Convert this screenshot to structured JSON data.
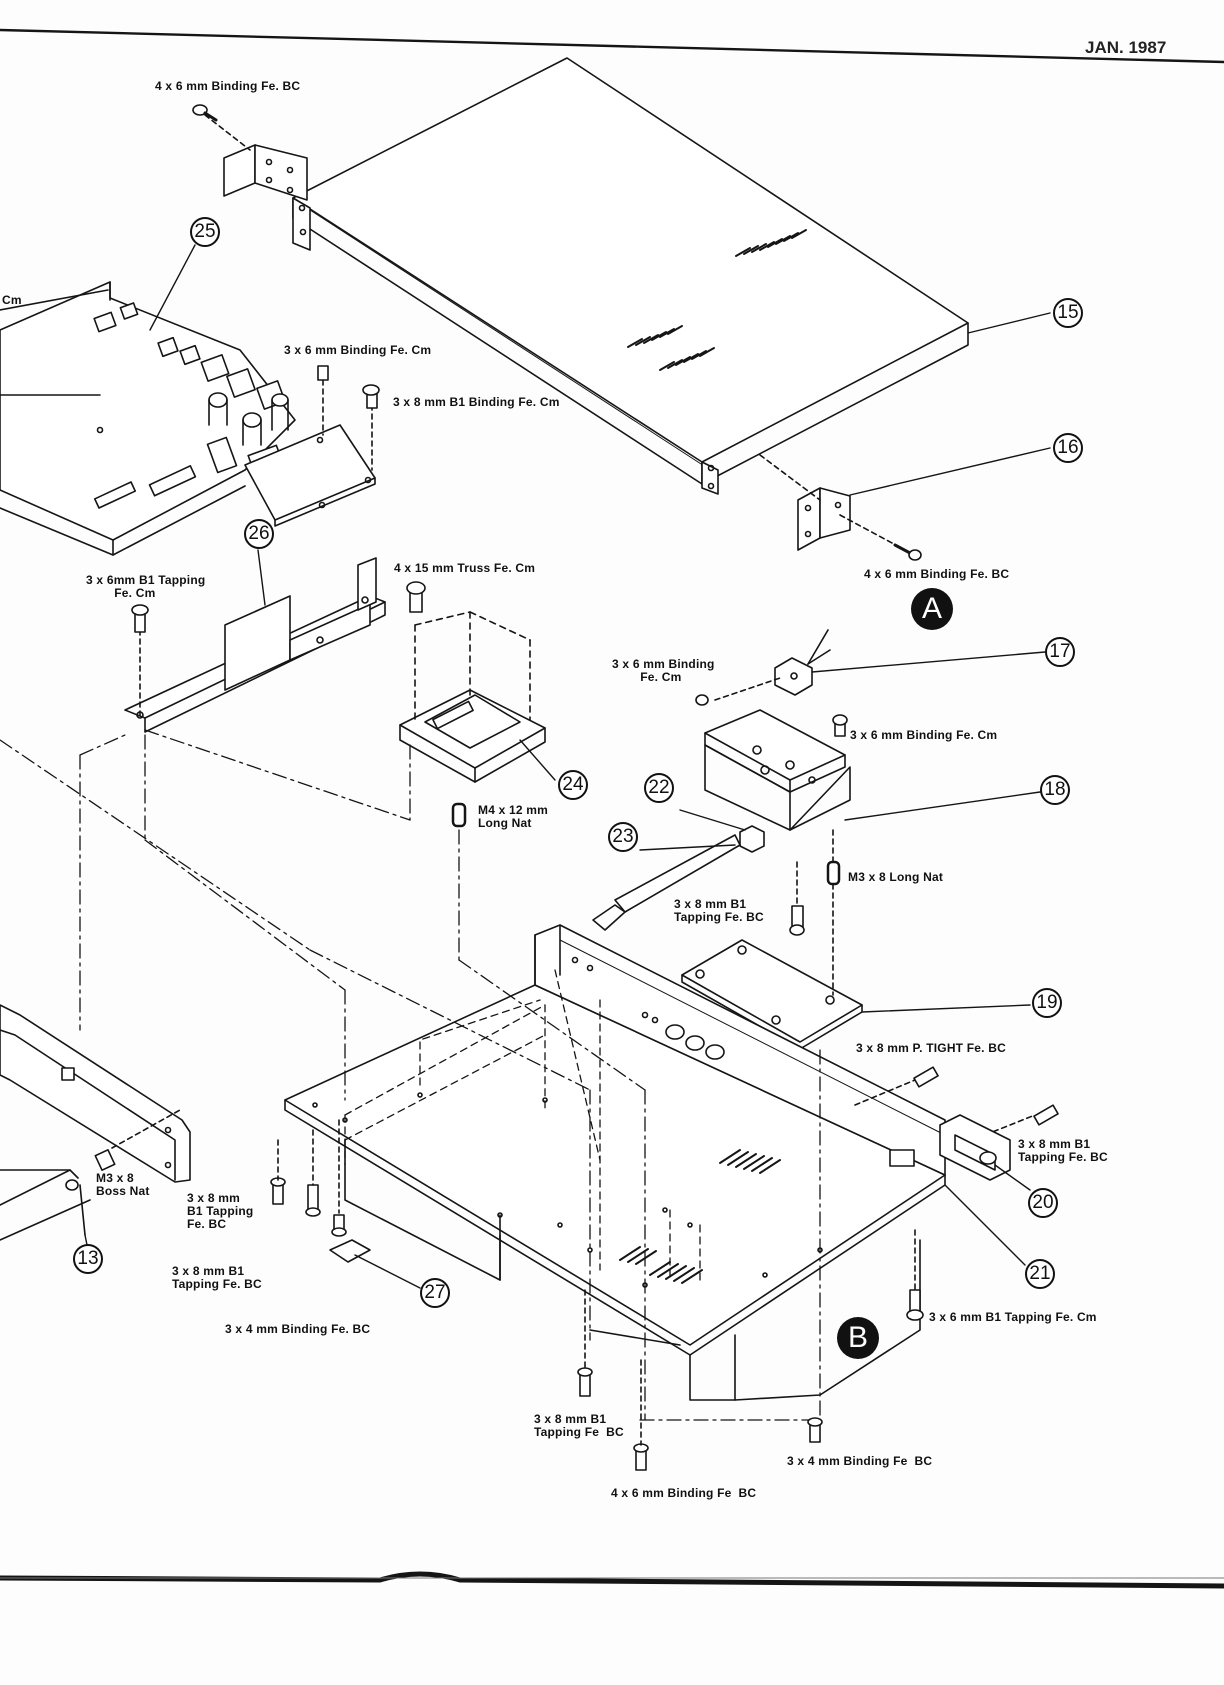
{
  "header": {
    "date": "JAN. 1987"
  },
  "callouts": {
    "c13": "13",
    "c15": "15",
    "c16": "16",
    "c17": "17",
    "c18": "18",
    "c19": "19",
    "c20": "20",
    "c21": "21",
    "c22": "22",
    "c23": "23",
    "c24": "24",
    "c25": "25",
    "c26": "26",
    "c27": "27"
  },
  "badges": {
    "a": "A",
    "b": "B"
  },
  "labels": {
    "top_screw": "4 x 6 mm Binding Fe. BC",
    "cm_edge": "Cm",
    "s3x6_binding_cm": "3 x 6 mm Binding Fe. Cm",
    "s3x8_b1_binding_cm": "3 x 8 mm B1 Binding Fe. Cm",
    "right_screw_bc": "4 x 6 mm Binding Fe. BC",
    "tapping_3x6_cm": "3 x 6mm B1 Tapping\n        Fe. Cm",
    "truss_4x15": "4 x 15 mm Truss Fe. Cm",
    "binding_3x6_17": "3 x 6 mm Binding\n        Fe. Cm",
    "binding_3x6_18": "3 x 6 mm Binding Fe. Cm",
    "m4_long_nut": "M4 x 12 mm\nLong Nat",
    "m3_long_nut": "M3 x 8 Long Nat",
    "tapping_3x8_bc_23": "3 x 8 mm B1\nTapping Fe. BC",
    "ptight_3x8": "3 x 8 mm P. TIGHT Fe. BC",
    "tapping_3x8_20": "3 x 8 mm B1\nTapping Fe. BC",
    "boss_nut": "M3 x 8\nBoss Nat",
    "tapping_3x8_left": "3 x 8 mm\nB1 Tapping\nFe. BC",
    "tapping_3x8_27": "3 x 8 mm B1\nTapping Fe. BC",
    "binding_3x4_left": "3 x 4 mm Binding Fe. BC",
    "tapping_3x6_right": "3 x 6 mm B1 Tapping Fe. Cm",
    "tapping_3x8_bottom": "3 x 8 mm B1\nTapping Fe  BC",
    "binding_3x4_bottom": "3 x 4 mm Binding Fe  BC",
    "binding_4x6_bottom": "4 x 6 mm Binding Fe  BC"
  }
}
